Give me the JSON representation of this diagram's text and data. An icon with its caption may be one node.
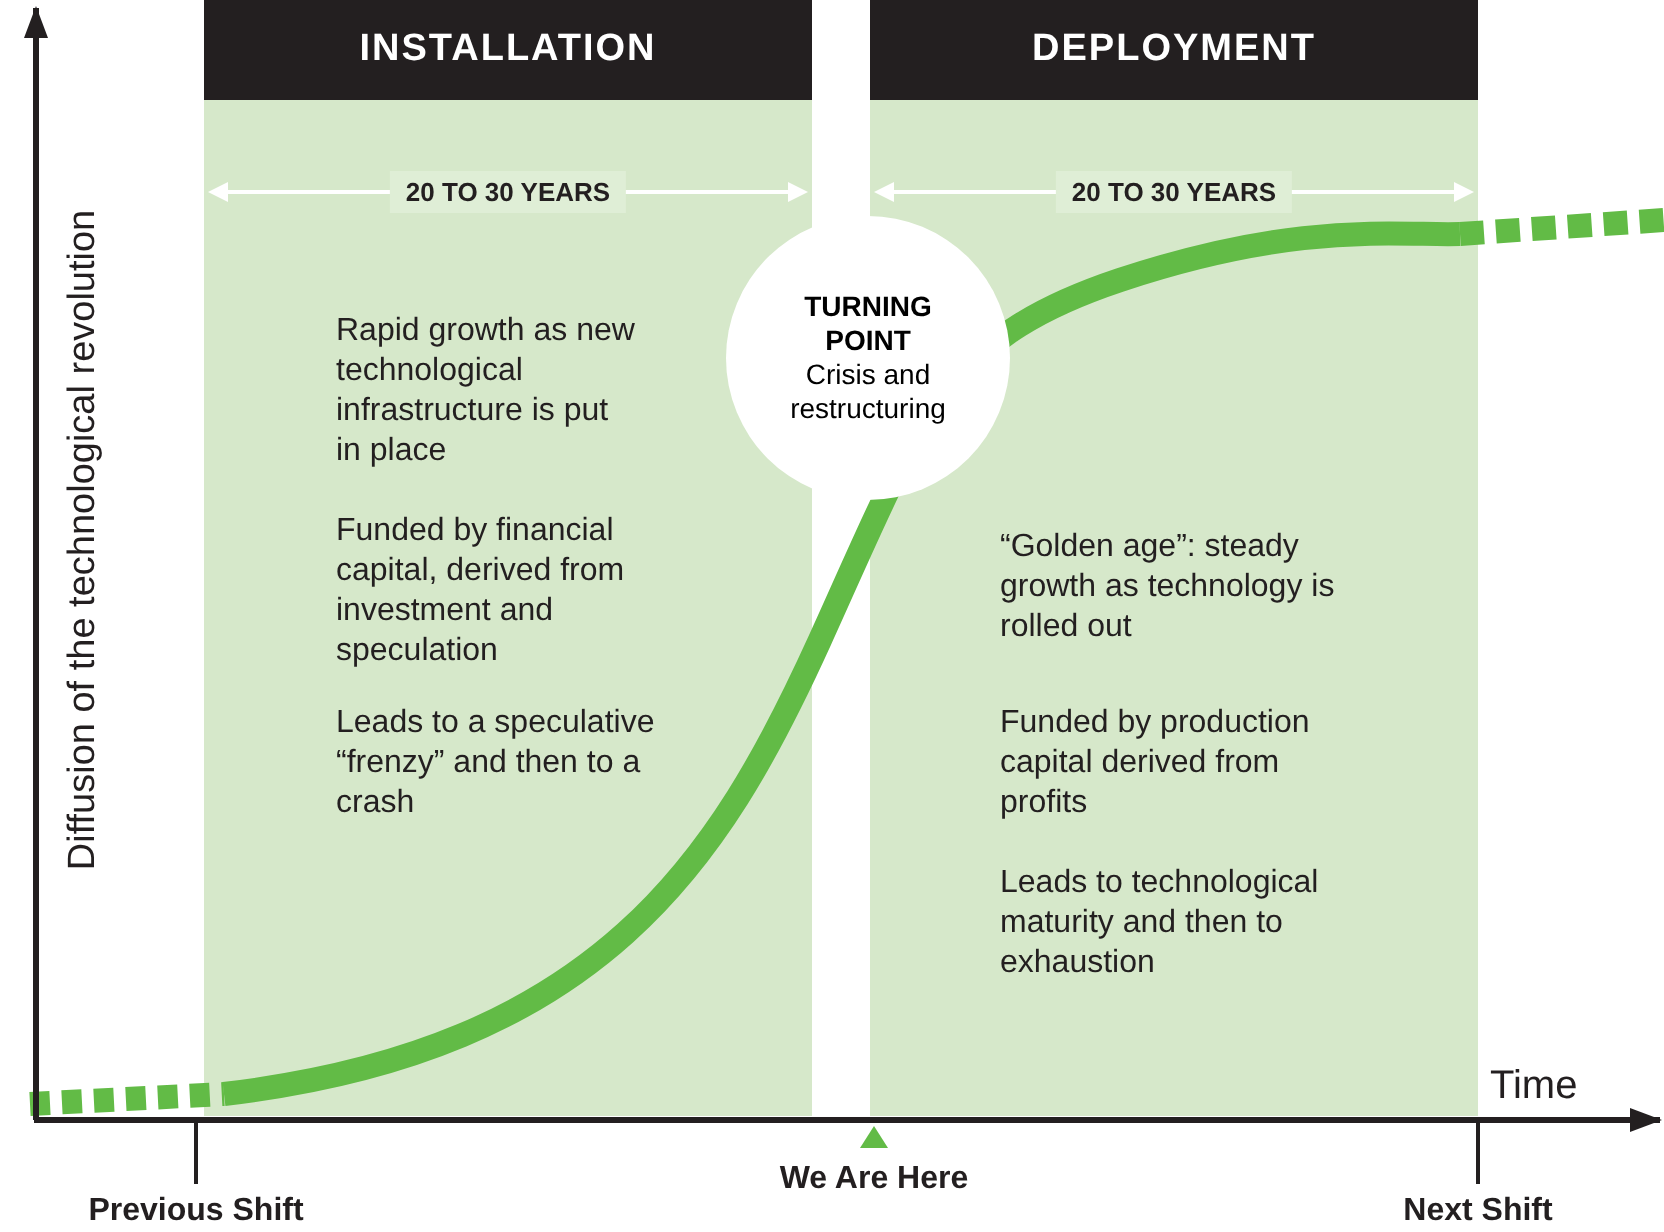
{
  "diagram": {
    "nodes": [
      {
        "text": [
          "INSTALLATION",
          "Rapid growth as new technological infrastructure is put in place",
          "Funded by financial capital, derived from investment and speculation",
          "Leads to a speculative “frenzy” and then to a crash"
        ]
      },
      {
        "text": [
          "DEPLOYMENT",
          "“Golden age”: steady growth as technology is rolled out",
          "Funded by production capital derived from profits",
          "Leads to technological maturity and then to exhaustion"
        ]
      },
      {
        "text": [
          "TURNING POINT",
          "Crisis and restructuring"
        ]
      }
    ],
    "labels": [
      "20 TO 30 YEARS",
      "20 TO 30 YEARS",
      "Diffusion of the technological revolution",
      "Time",
      "We Are Here",
      "Previous Shift",
      "Next Shift"
    ]
  }
}
